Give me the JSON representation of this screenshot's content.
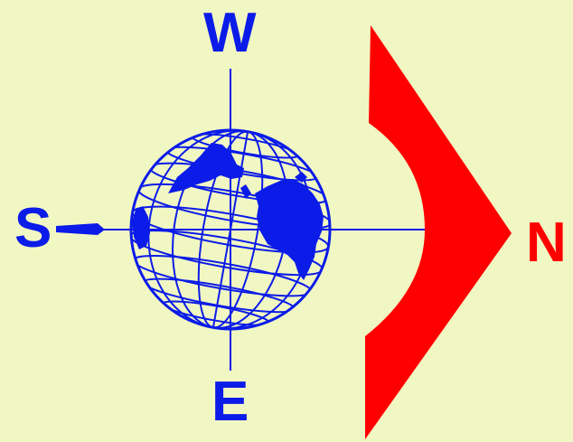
{
  "compass": {
    "north": "N",
    "south": "S",
    "west": "W",
    "east": "E"
  },
  "colors": {
    "background": "#f1f7c3",
    "globe": "#0b1be8",
    "magnet": "#ff0000",
    "north_label": "#ff0000",
    "other_labels": "#0b1be8"
  },
  "icons": {
    "globe": "globe-icon",
    "magnet": "chevron-magnet-shape",
    "arrow": "south-arrow-icon"
  }
}
